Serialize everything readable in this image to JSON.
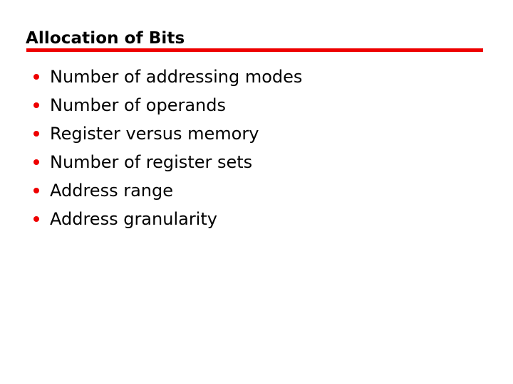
{
  "slide": {
    "title": "Allocation of Bits",
    "accent_color": "#ee0000",
    "text_color": "#000000",
    "background_color": "#ffffff",
    "bullets": [
      {
        "text": "Number of addressing modes"
      },
      {
        "text": "Number of operands"
      },
      {
        "text": "Register versus memory"
      },
      {
        "text": "Number of register sets"
      },
      {
        "text": "Address range"
      },
      {
        "text": "Address granularity"
      }
    ]
  }
}
